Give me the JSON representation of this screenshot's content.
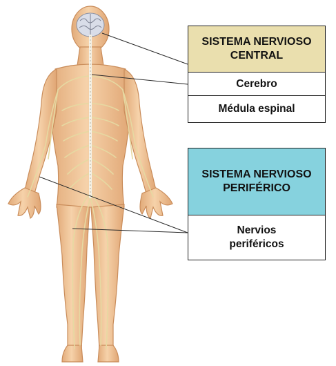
{
  "colors": {
    "central_header": "#eadfae",
    "peripheral_header": "#86d2de",
    "skin": "#f2c79c",
    "nerve": "#e6d9a2"
  },
  "icons": {
    "brain": "brain-icon",
    "spinal_cord": "spinal-cord-icon",
    "body": "human-body-figure"
  },
  "central": {
    "title_line1": "SISTEMA NERVIOSO",
    "title_line2": "CENTRAL",
    "items": [
      "Cerebro",
      "Médula espinal"
    ]
  },
  "peripheral": {
    "title_line1": "SISTEMA NERVIOSO",
    "title_line2": "PERIFÉRICO",
    "items_line1": "Nervios",
    "items_line2": "periféricos"
  }
}
